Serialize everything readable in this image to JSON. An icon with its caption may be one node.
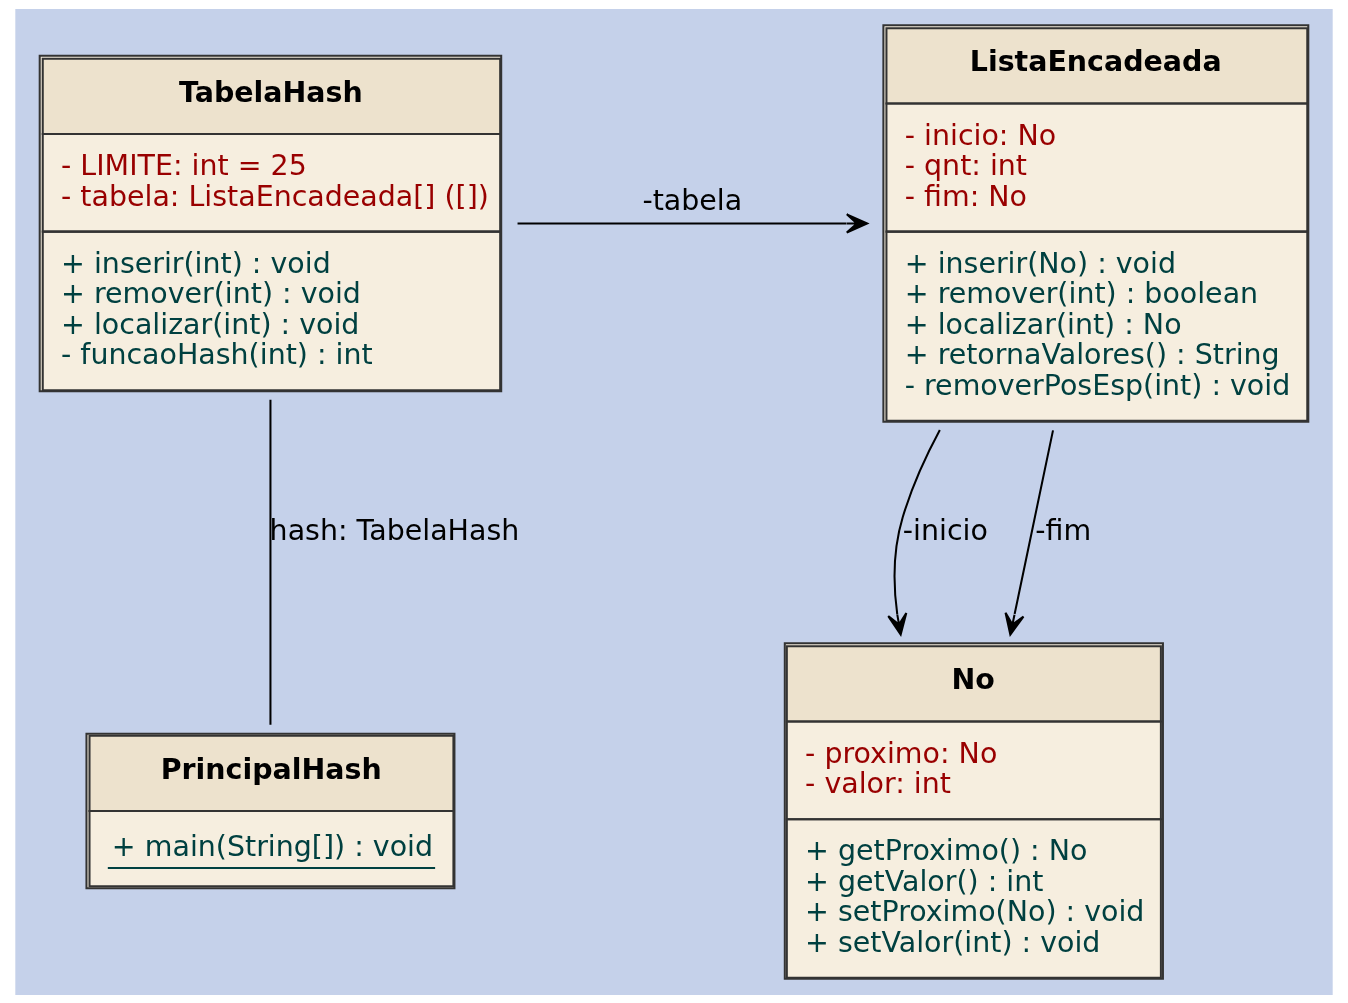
{
  "diagram": {
    "nodes": [
      {
        "text": [
          "ListaEncadeada",
          "- inicio: No - qnt: int - fim: No",
          "+ inserir(No) : void + remover(int) : boolean + localizar(int) : No + retornaValores() : String - removerPosEsp(int) : void"
        ]
      },
      {
        "text": [
          "TabelaHash",
          "- LIMITE: int = 25 - tabela: ListaEncadeada[] ([])",
          "+ inserir(int) : void + remover(int) : void + localizar(int) : void - funcaoHash(int) : int"
        ]
      },
      {
        "text": [
          "No",
          "- proximo: No - valor: int",
          "+ getProximo() : No + getValor() : int + setProximo(No) : void + setValor(int) : void"
        ]
      },
      {
        "text": [
          "PrincipalHash",
          "+ main(String[]) : void"
        ]
      }
    ],
    "edges": [
      {
        "from": 1,
        "to": 0,
        "arrow": "to",
        "label": "-tabela"
      },
      {
        "from": 0,
        "to": 2,
        "arrow": "to",
        "label": "-fim"
      },
      {
        "from": 0,
        "to": 2,
        "arrow": "to",
        "label": "-inicio"
      },
      {
        "from": 1,
        "to": 3,
        "arrow": "none",
        "label": "hash: TabelaHash"
      }
    ]
  }
}
